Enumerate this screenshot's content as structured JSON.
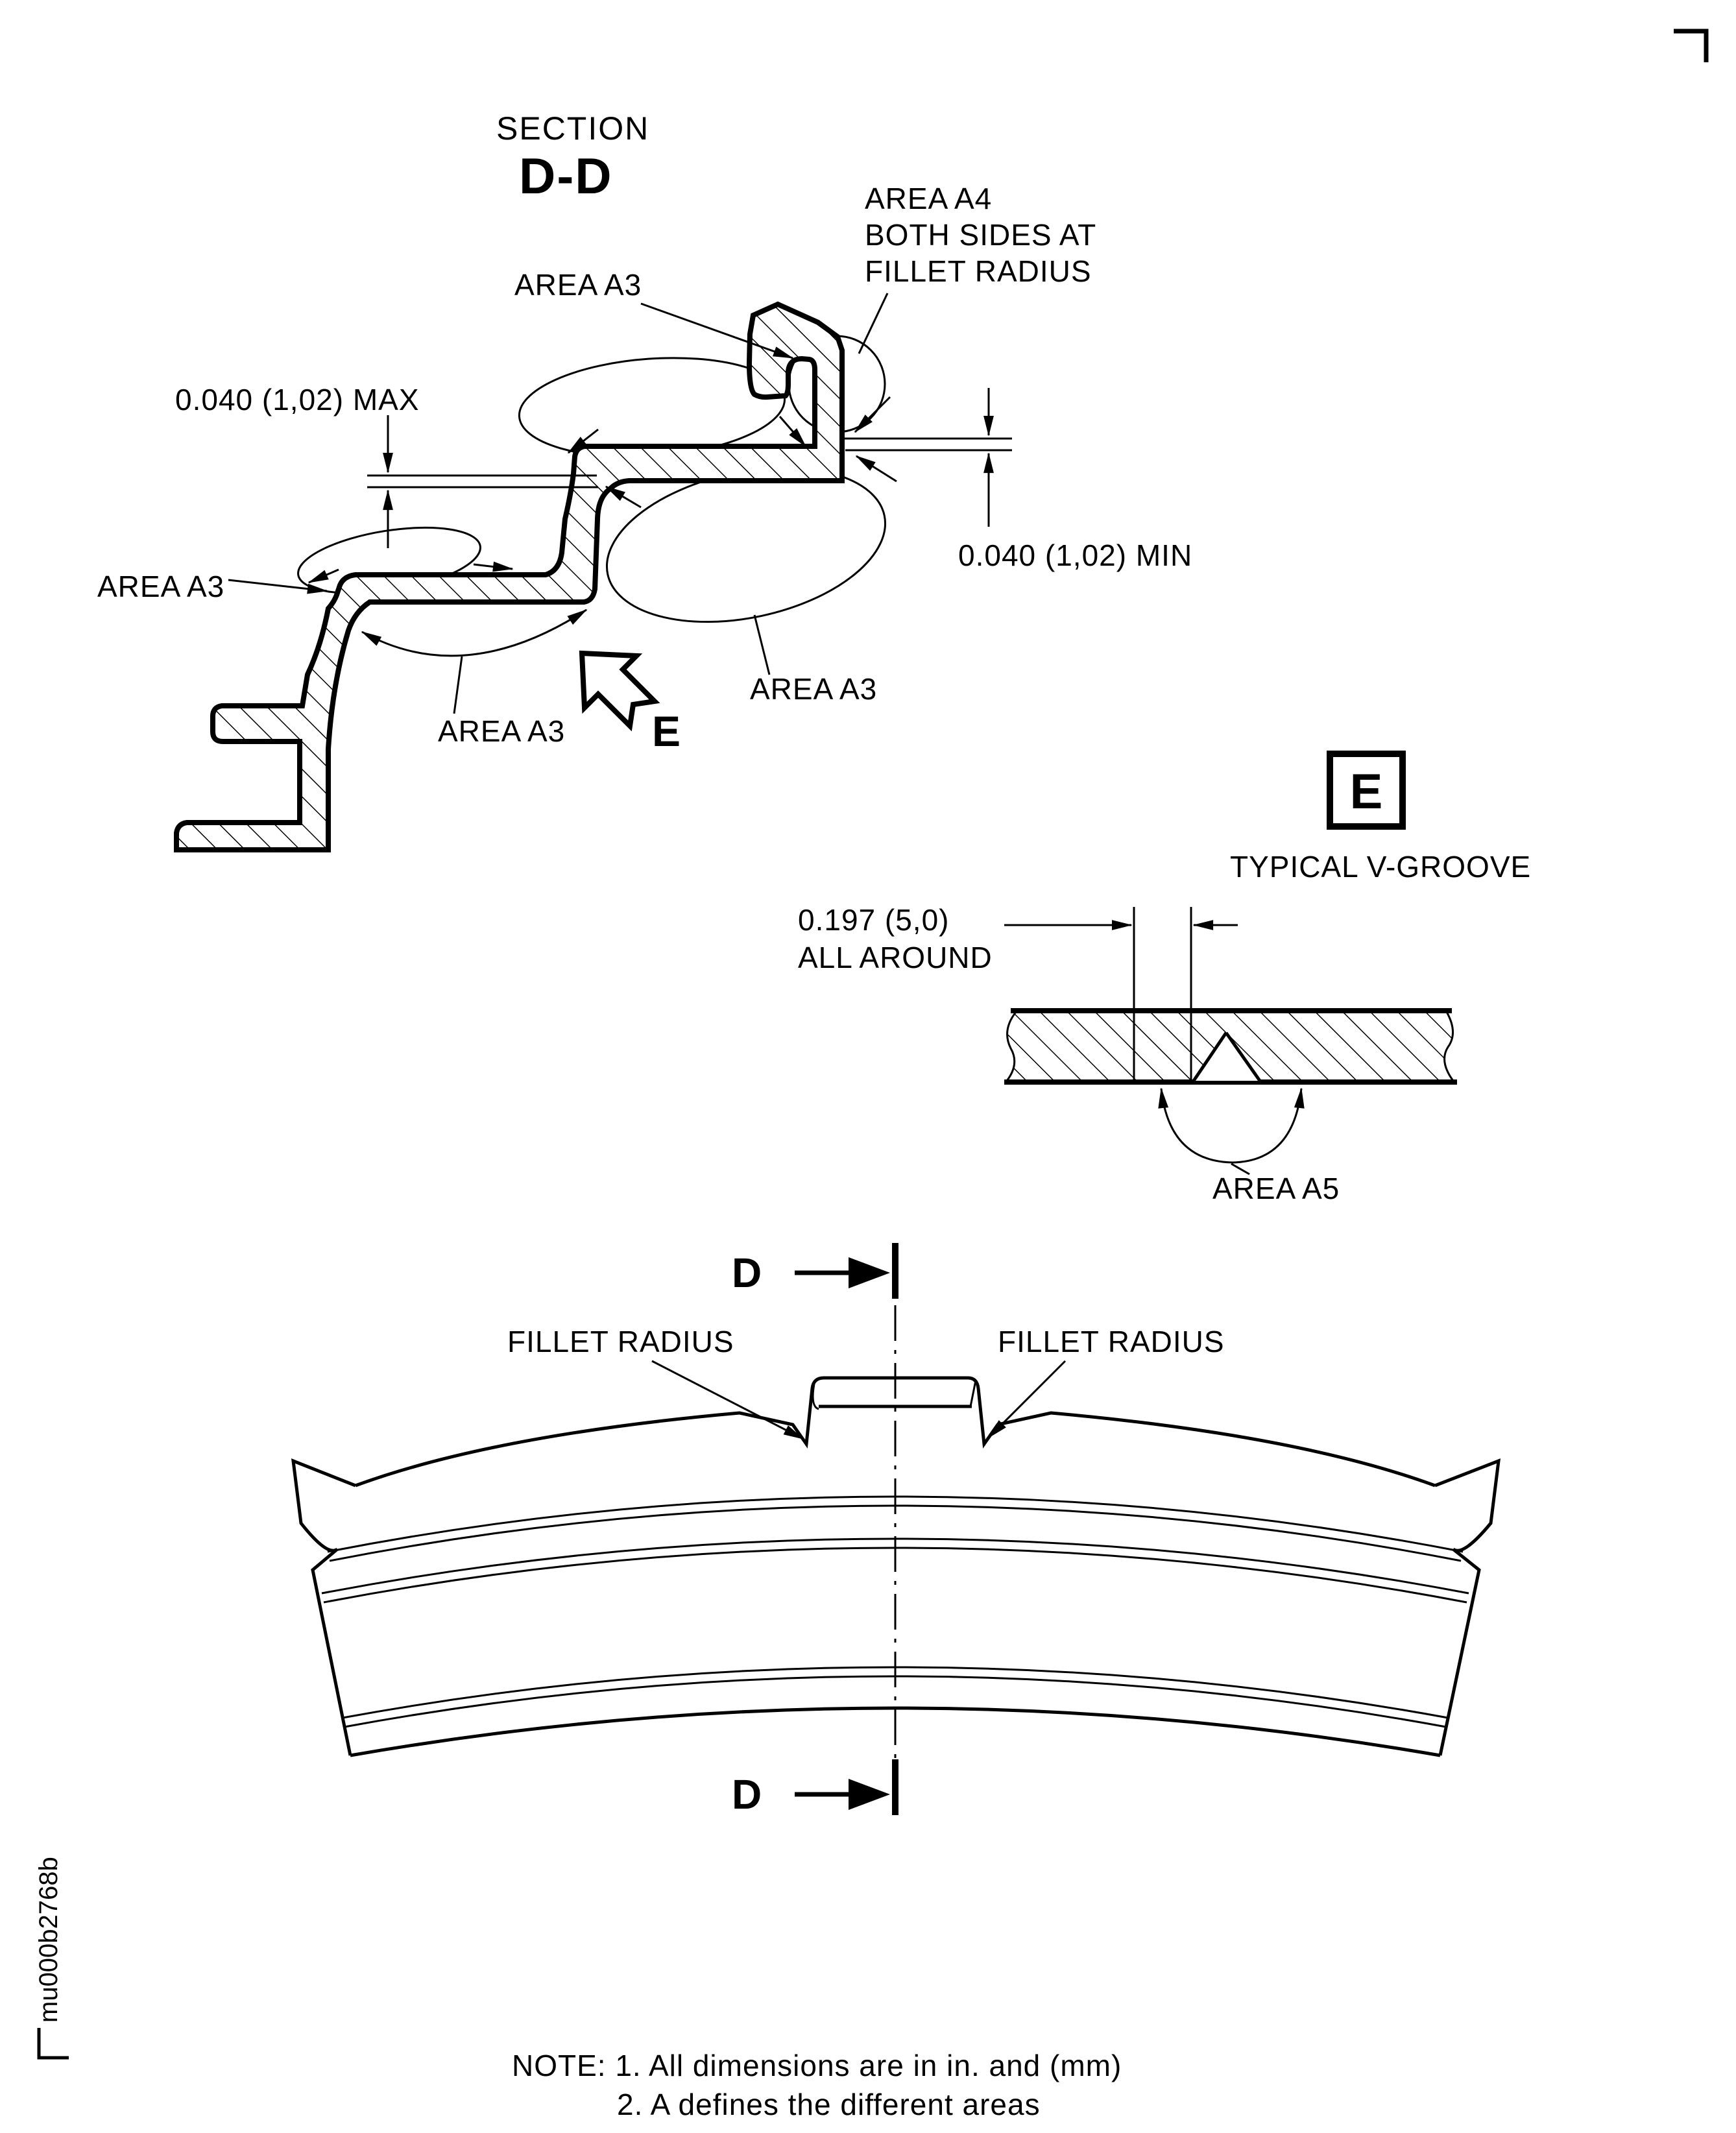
{
  "section_view": {
    "title_line1": "SECTION",
    "title_line2": "D-D",
    "label_area_a3": "AREA A3",
    "area_a4_line1": "AREA A4",
    "area_a4_line2": "BOTH SIDES AT",
    "area_a4_line3": "FILLET RADIUS",
    "dim_max": "0.040 (1,02) MAX",
    "dim_min": "0.040 (1,02) MIN",
    "view_arrow_label": "E"
  },
  "detail_view": {
    "detail_label": "E",
    "title": "TYPICAL V-GROOVE",
    "dim_line1": "0.197 (5,0)",
    "dim_line2": "ALL AROUND",
    "label_area_a5": "AREA A5"
  },
  "plan_view": {
    "section_cut_label": "D",
    "label_fillet_radius": "FILLET RADIUS"
  },
  "notes": {
    "line1": "NOTE: 1. All dimensions are in in. and (mm)",
    "line2": "2. A defines the different areas"
  },
  "figure_id": "mu000b2768b",
  "colors": {
    "ink": "#000000",
    "background": "#ffffff"
  }
}
